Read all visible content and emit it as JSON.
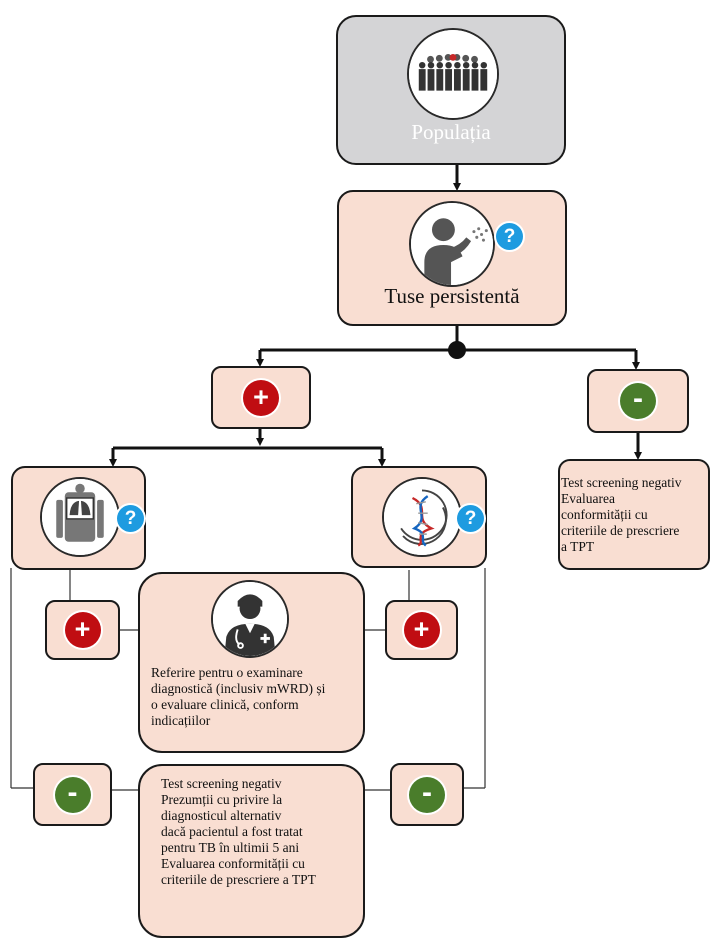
{
  "nodes": {
    "population": {
      "label": "Populația",
      "icon": "crowd-icon"
    },
    "cough": {
      "label": "Tuse persistentă",
      "icon": "coughing-person-icon",
      "badge": "?"
    },
    "cough_positive": {
      "sign": "+"
    },
    "cough_negative": {
      "sign": "-"
    },
    "negative_result": {
      "text": "Test screening negativ\n Evaluarea\nconformității cu\ncriteriile de prescriere\na TPT"
    },
    "xray": {
      "icon": "chest-xray-icon",
      "badge": "?"
    },
    "molecular": {
      "icon": "dna-test-icon",
      "badge": "?"
    },
    "xray_positive": {
      "sign": "+"
    },
    "molecular_positive": {
      "sign": "+"
    },
    "referral": {
      "icon": "doctor-icon",
      "text": "Referire pentru o examinare\ndiagnostică (inclusiv mWRD) și\no evaluare clinică, conform\nindicațiilor"
    },
    "xray_negative": {
      "sign": "-"
    },
    "molecular_negative": {
      "sign": "-"
    },
    "negative_tpt": {
      "text": "Test screening negativ\nPrezumții cu privire la\ndiagnosticul alternativ\ndacă pacientul a fost tratat\npentru TB în ultimii 5 ani\nEvaluarea conformității cu\ncriteriile de prescriere a TPT"
    }
  },
  "colors": {
    "box_fill": "#f9ded2",
    "top_box_fill": "#d4d4d6",
    "positive": "#c00d12",
    "negative": "#4a7d2b",
    "question_badge": "#1e9be0"
  }
}
